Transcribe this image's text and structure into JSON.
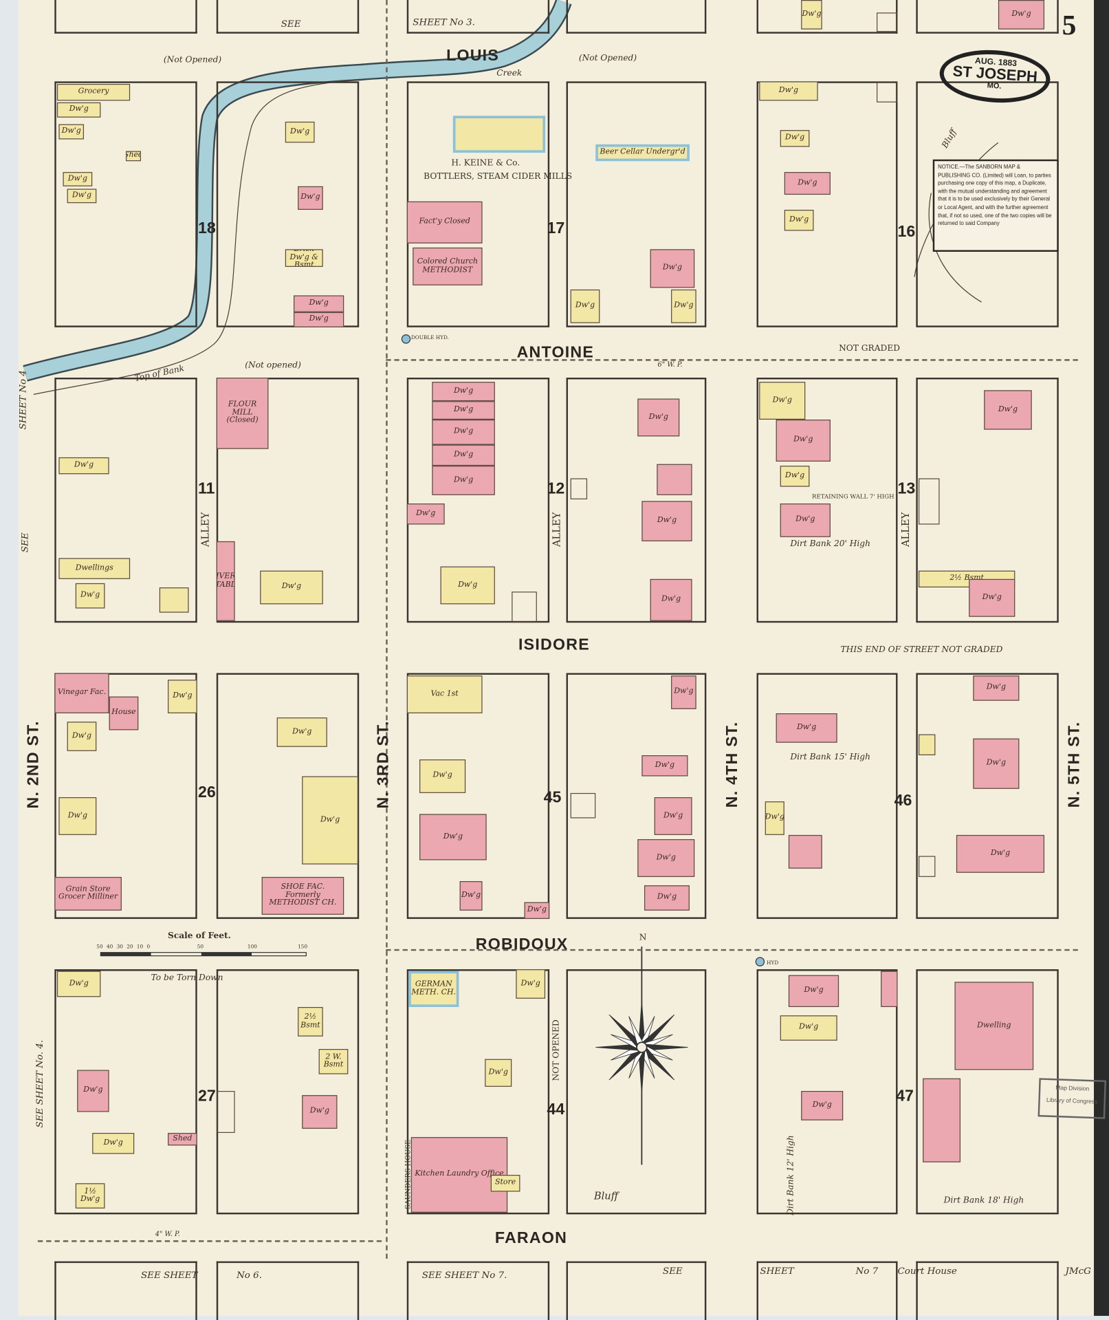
{
  "title": {
    "date": "AUG. 1883",
    "city": "ST JOSEPH",
    "state": "MO."
  },
  "sheet_number": "5",
  "notice": "NOTICE.—The SANBORN MAP & PUBLISHING CO. (Limited) will Loan, to parties purchasing one copy of this map, a Duplicate, with the mutual understanding and agreement that it is to be used exclusively by their General or Local Agent, and with the further agreement that, if not so used, one of the two copies will be returned to said Company",
  "stamp": {
    "line1": "Map Division",
    "line2": "Library of Congress"
  },
  "signature": "JMcG",
  "streets": {
    "louis": "LOUIS",
    "antoine": "ANTOINE",
    "isidore": "ISIDORE",
    "robidoux": "ROBIDOUX",
    "faraon": "FARAON",
    "second": "N. 2ND ST.",
    "third": "N. 3RD ST.",
    "fourth": "N. 4TH ST.",
    "fifth": "N. 5TH ST.",
    "alley": "ALLEY"
  },
  "blocks": [
    "18",
    "17",
    "16",
    "11",
    "12",
    "13",
    "26",
    "45",
    "46",
    "27",
    "44",
    "47"
  ],
  "sheet_refs": {
    "top_see": "SEE",
    "top_sheet": "SHEET No 3.",
    "left_top": "SHEET No 4",
    "left_see": "SEE",
    "left_bottom": "SEE SHEET No. 4.",
    "bottom_1": "SEE SHEET",
    "bottom_2": "No 6.",
    "bottom_3": "SEE SHEET No 7.",
    "bottom_4": "SEE",
    "bottom_5": "SHEET",
    "bottom_6": "No 7",
    "bottom_7": "Court House"
  },
  "notes": {
    "not_opened_1": "(Not Opened)",
    "not_opened_2": "(Not Opened)",
    "not_opened_3": "(Not opened)",
    "creek": "Creek",
    "top_of_bank": "Top of Bank",
    "not_graded": "NOT GRADED",
    "street_not_graded": "THIS END OF STREET NOT GRADED",
    "not_opened_v": "NOT OPENED",
    "dirt_bank_20": "Dirt Bank 20' High",
    "dirt_bank_15": "Dirt Bank 15' High",
    "dirt_bank_12": "Dirt Bank 12' High",
    "dirt_bank_18": "Dirt Bank 18' High",
    "retaining_wall": "RETAINING WALL 7' HIGH",
    "bluff": "Bluff",
    "bluff_2": "Bluff",
    "double_hyd": "DOUBLE HYD.",
    "hyd": "HYD",
    "wp_6": "6\" W. P.",
    "wp_4": "4\" W. P.",
    "to_be_torn": "To be Torn Down",
    "saunders_house": "SAUNDERS HOUSE",
    "keine": "H. KEINE & Co.",
    "keine_2": "BOTTLERS, STEAM CIDER MILLS",
    "compass_n": "N"
  },
  "scale": {
    "title": "Scale of Feet.",
    "ticks": [
      "50",
      "40",
      "30",
      "20",
      "10",
      "0",
      "50",
      "100",
      "150"
    ]
  },
  "legend_colors": {
    "frame": "#f3e7a6",
    "brick": "#eba8b0",
    "stone": "#8cc1d8",
    "creek": "#a8d0d8"
  },
  "buildings": [
    {
      "label": "Grocery",
      "material": "frame"
    },
    {
      "label": "Dw'g",
      "material": "frame"
    },
    {
      "label": "Dw'g",
      "material": "frame"
    },
    {
      "label": "Shed",
      "material": "frame"
    },
    {
      "label": "Dw'g",
      "material": "frame"
    },
    {
      "label": "Dw'g",
      "material": "frame"
    },
    {
      "label": "Dw'g",
      "material": "frame"
    },
    {
      "label": "Dw'g",
      "material": "brick"
    },
    {
      "label": "Brick Dw'g & Bsmt",
      "material": "frame"
    },
    {
      "label": "Dw'g",
      "material": "brick"
    },
    {
      "label": "Dw'g",
      "material": "brick"
    },
    {
      "label": "",
      "material": "stone"
    },
    {
      "label": "Beer Cellar Undergr'd",
      "material": "stone"
    },
    {
      "label": "Fact'y Closed",
      "material": "brick"
    },
    {
      "label": "Colored Church METHODIST",
      "material": "brick"
    },
    {
      "label": "Dw'g",
      "material": "brick"
    },
    {
      "label": "Dw'g",
      "material": "frame"
    },
    {
      "label": "Dw'g",
      "material": "frame"
    },
    {
      "label": "Dw'g",
      "material": "frame"
    },
    {
      "label": "Dw'g",
      "material": "frame"
    },
    {
      "label": "Dw'g",
      "material": "brick"
    },
    {
      "label": "Dw'g",
      "material": "frame"
    },
    {
      "label": "",
      "material": "xbox"
    },
    {
      "label": "FLOUR MILL (Closed)",
      "material": "brick"
    },
    {
      "label": "Dw'g",
      "material": "frame"
    },
    {
      "label": "Dwellings",
      "material": "frame"
    },
    {
      "label": "Dw'g",
      "material": "frame"
    },
    {
      "label": "LIVERY STABLE",
      "material": "brick"
    },
    {
      "label": "Dw'g",
      "material": "frame"
    },
    {
      "label": "",
      "material": "frame"
    },
    {
      "label": "Dw'g",
      "material": "brick"
    },
    {
      "label": "Dw'g",
      "material": "brick"
    },
    {
      "label": "Dw'g",
      "material": "brick"
    },
    {
      "label": "Dw'g",
      "material": "brick"
    },
    {
      "label": "Dw'g",
      "material": "brick"
    },
    {
      "label": "Dw'g",
      "material": "brick"
    },
    {
      "label": "Dw'g",
      "material": "frame"
    },
    {
      "label": "",
      "material": "xbox"
    },
    {
      "label": "",
      "material": "xbox"
    },
    {
      "label": "Dw'g",
      "material": "brick"
    },
    {
      "label": "",
      "material": "brick"
    },
    {
      "label": "Dw'g",
      "material": "brick"
    },
    {
      "label": "Dw'g",
      "material": "brick"
    },
    {
      "label": "Dw'g",
      "material": "frame"
    },
    {
      "label": "Dw'g",
      "material": "brick"
    },
    {
      "label": "Dw'g",
      "material": "frame"
    },
    {
      "label": "Dw'g",
      "material": "brick"
    },
    {
      "label": "Dw'g",
      "material": "brick"
    },
    {
      "label": "",
      "material": "xbox"
    },
    {
      "label": "2½ Bsmt",
      "material": "frame"
    },
    {
      "label": "Dw'g",
      "material": "brick"
    },
    {
      "label": "Vinegar Fac.",
      "material": "brick"
    },
    {
      "label": "House",
      "material": "brick"
    },
    {
      "label": "Dw'g",
      "material": "frame"
    },
    {
      "label": "Dw'g",
      "material": "frame"
    },
    {
      "label": "Dw'g",
      "material": "frame"
    },
    {
      "label": "Grain Store Grocer Milliner",
      "material": "brick"
    },
    {
      "label": "Dw'g",
      "material": "frame"
    },
    {
      "label": "Dw'g",
      "material": "frame"
    },
    {
      "label": "SHOE FAC. Formerly METHODIST CH.",
      "material": "brick"
    },
    {
      "label": "Vac 1st",
      "material": "frame"
    },
    {
      "label": "Dw'g",
      "material": "frame"
    },
    {
      "label": "Dw'g",
      "material": "brick"
    },
    {
      "label": "Dw'g",
      "material": "brick"
    },
    {
      "label": "Dw'g",
      "material": "brick"
    },
    {
      "label": "",
      "material": "xbox"
    },
    {
      "label": "Dw'g",
      "material": "brick"
    },
    {
      "label": "Dw'g",
      "material": "brick"
    },
    {
      "label": "Dw'g",
      "material": "brick"
    },
    {
      "label": "Dw'g",
      "material": "brick"
    },
    {
      "label": "Dw'g",
      "material": "brick"
    },
    {
      "label": "Dw'g",
      "material": "brick"
    },
    {
      "label": "Dw'g",
      "material": "frame"
    },
    {
      "label": "",
      "material": "brick"
    },
    {
      "label": "Dw'g",
      "material": "brick"
    },
    {
      "label": "Dw'g",
      "material": "brick"
    },
    {
      "label": "Dw'g",
      "material": "brick"
    },
    {
      "label": "",
      "material": "xbox"
    },
    {
      "label": "",
      "material": "frame"
    },
    {
      "label": "Dw'g",
      "material": "frame"
    },
    {
      "label": "Dw'g",
      "material": "brick"
    },
    {
      "label": "Dw'g",
      "material": "frame"
    },
    {
      "label": "Shed",
      "material": "brick"
    },
    {
      "label": "1½ Dw'g",
      "material": "frame"
    },
    {
      "label": "2½ Bsmt",
      "material": "frame"
    },
    {
      "label": "2 W. Bsmt",
      "material": "frame"
    },
    {
      "label": "Dw'g",
      "material": "brick"
    },
    {
      "label": "",
      "material": "xbox"
    },
    {
      "label": "GERMAN METH. CH.",
      "material": "stone"
    },
    {
      "label": "Dw'g",
      "material": "frame"
    },
    {
      "label": "Dw'g",
      "material": "frame"
    },
    {
      "label": "Kitchen Laundry Office",
      "material": "brick"
    },
    {
      "label": "Store",
      "material": "frame"
    },
    {
      "label": "Dw'g",
      "material": "brick"
    },
    {
      "label": "Dw'g",
      "material": "frame"
    },
    {
      "label": "Dw'g",
      "material": "brick"
    },
    {
      "label": "",
      "material": "brick"
    },
    {
      "label": "Dwelling",
      "material": "brick"
    },
    {
      "label": "",
      "material": "brick"
    },
    {
      "label": "Dw'g",
      "material": "brick"
    },
    {
      "label": "Dw'g",
      "material": "frame"
    },
    {
      "label": "",
      "material": "xbox"
    }
  ]
}
